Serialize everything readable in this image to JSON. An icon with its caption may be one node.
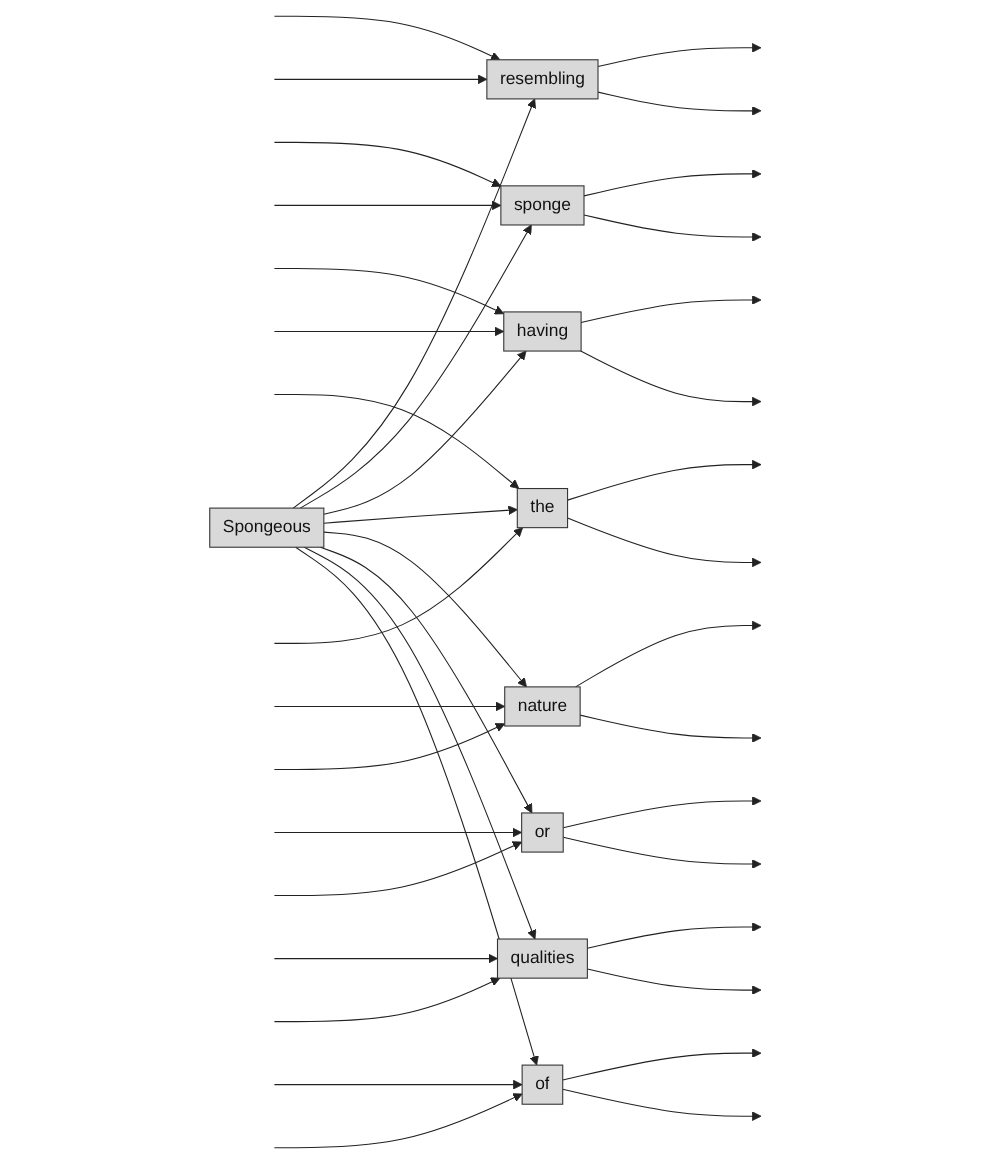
{
  "diagram": {
    "nodes": [
      {
        "text": [
          "Spongeous"
        ]
      },
      {
        "text": [
          "resembling"
        ]
      },
      {
        "text": [
          "sponge"
        ]
      },
      {
        "text": [
          "having"
        ]
      },
      {
        "text": [
          "the"
        ]
      },
      {
        "text": [
          "nature"
        ]
      },
      {
        "text": [
          "or"
        ]
      },
      {
        "text": [
          "qualities"
        ]
      },
      {
        "text": [
          "of"
        ]
      }
    ],
    "edges": [
      {
        "from": 0,
        "to": 1,
        "arrow": "to"
      },
      {
        "from": 0,
        "to": 2,
        "arrow": "to"
      },
      {
        "from": 0,
        "to": 3,
        "arrow": "to"
      },
      {
        "from": 0,
        "to": 4,
        "arrow": "to"
      },
      {
        "from": 0,
        "to": 5,
        "arrow": "to"
      },
      {
        "from": 0,
        "to": 6,
        "arrow": "to"
      },
      {
        "from": 0,
        "to": 7,
        "arrow": "to"
      },
      {
        "from": 0,
        "to": 8,
        "arrow": "to"
      },
      {
        "from": null,
        "to": 1,
        "arrow": "to"
      },
      {
        "from": null,
        "to": 1,
        "arrow": "to"
      },
      {
        "from": null,
        "to": 2,
        "arrow": "to"
      },
      {
        "from": null,
        "to": 2,
        "arrow": "to"
      },
      {
        "from": null,
        "to": 3,
        "arrow": "to"
      },
      {
        "from": null,
        "to": 3,
        "arrow": "to"
      },
      {
        "from": null,
        "to": 4,
        "arrow": "to"
      },
      {
        "from": null,
        "to": 4,
        "arrow": "to"
      },
      {
        "from": null,
        "to": 5,
        "arrow": "to"
      },
      {
        "from": null,
        "to": 5,
        "arrow": "to"
      },
      {
        "from": null,
        "to": 6,
        "arrow": "to"
      },
      {
        "from": null,
        "to": 6,
        "arrow": "to"
      },
      {
        "from": null,
        "to": 7,
        "arrow": "to"
      },
      {
        "from": null,
        "to": 7,
        "arrow": "to"
      },
      {
        "from": null,
        "to": 8,
        "arrow": "to"
      },
      {
        "from": null,
        "to": 8,
        "arrow": "to"
      },
      {
        "from": 1,
        "to": null,
        "arrow": "to"
      },
      {
        "from": 1,
        "to": null,
        "arrow": "to"
      },
      {
        "from": 2,
        "to": null,
        "arrow": "to"
      },
      {
        "from": 2,
        "to": null,
        "arrow": "to"
      },
      {
        "from": 3,
        "to": null,
        "arrow": "to"
      },
      {
        "from": 3,
        "to": null,
        "arrow": "to"
      },
      {
        "from": 4,
        "to": null,
        "arrow": "to"
      },
      {
        "from": 4,
        "to": null,
        "arrow": "to"
      },
      {
        "from": 5,
        "to": null,
        "arrow": "to"
      },
      {
        "from": 5,
        "to": null,
        "arrow": "to"
      },
      {
        "from": 6,
        "to": null,
        "arrow": "to"
      },
      {
        "from": 6,
        "to": null,
        "arrow": "to"
      },
      {
        "from": 7,
        "to": null,
        "arrow": "to"
      },
      {
        "from": 7,
        "to": null,
        "arrow": "to"
      },
      {
        "from": 8,
        "to": null,
        "arrow": "to"
      },
      {
        "from": 8,
        "to": null,
        "arrow": "to"
      }
    ]
  }
}
